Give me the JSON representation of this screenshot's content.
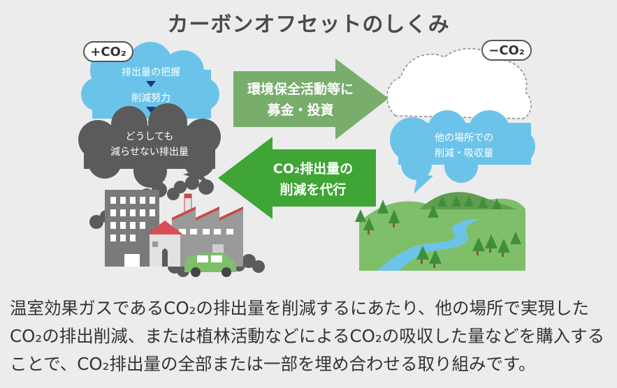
{
  "title": "カーボンオフセットのしくみ",
  "left_cloud": {
    "badge": "+CO₂",
    "step1": "排出量の把握",
    "step2": "削減努力",
    "remaining_line1": "どうしても",
    "remaining_line2": "減らせない排出量"
  },
  "right_cloud": {
    "badge": "−CO₂",
    "line1": "他の場所での",
    "line2": "削減・吸収量"
  },
  "arrow_right": {
    "line1": "環境保全活動等に",
    "line2": "募金・投資"
  },
  "arrow_left": {
    "line1": "CO₂排出量の",
    "line2": "削減を代行"
  },
  "description": "温室効果ガスであるCO₂の排出量を削減するにあたり、他の場所で実現したCO₂の排出削減、または植林活動などによるCO₂の吸収した量などを購入することで、CO₂排出量の全部または一部を埋め合わせる取り組みです。",
  "colors": {
    "sky_blue": "#6cc3ea",
    "dark_cloud": "#5b5b5b",
    "arrow_light_green": "#78ad6c",
    "arrow_green": "#3fa535",
    "navy": "#1f3a7a"
  }
}
